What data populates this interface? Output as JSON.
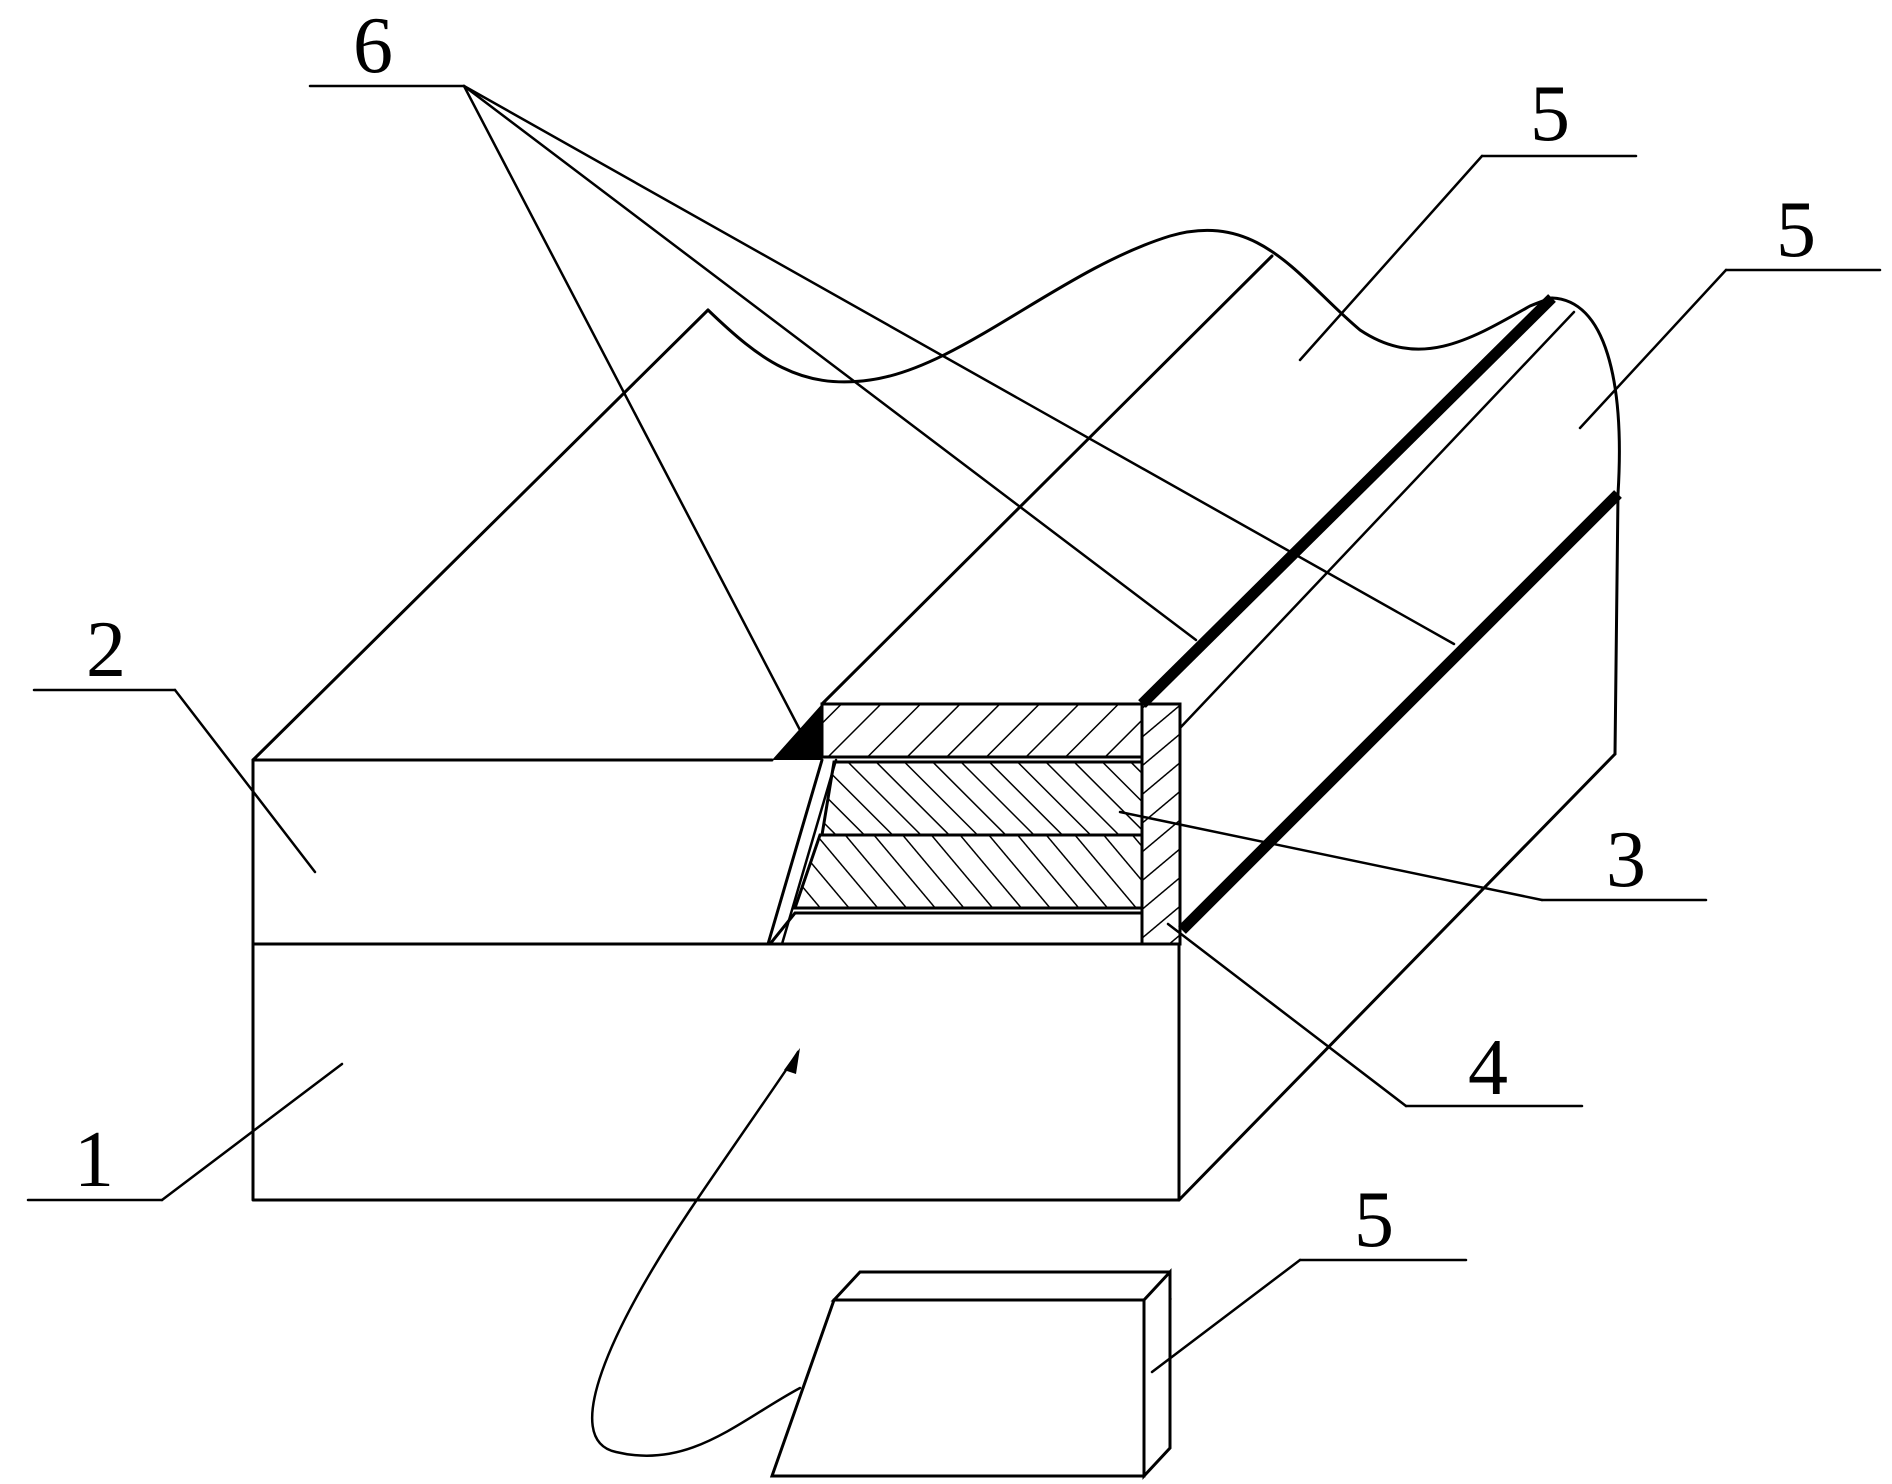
{
  "labels": {
    "substrate": "1",
    "upper_layer": "2",
    "active_layer": "3",
    "lower_layer": "4",
    "facet_top": "5",
    "facet_side": "5",
    "facet_piece": "5",
    "interfaces": "6"
  },
  "colors": {
    "line": "#000000",
    "background": "#ffffff"
  }
}
